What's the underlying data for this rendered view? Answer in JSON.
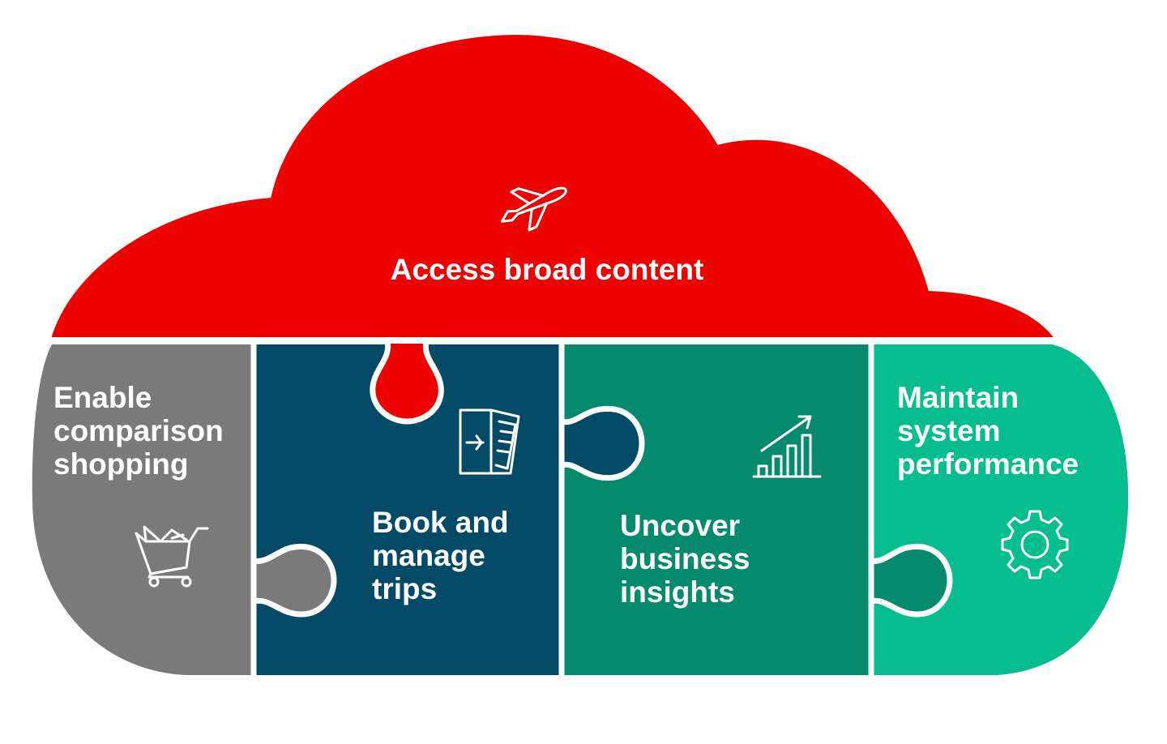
{
  "title": "Access broad content",
  "pieces": [
    {
      "id": "top",
      "lines": [
        "Access broad content"
      ],
      "icon": "airplane-icon",
      "color": "#EE0000"
    },
    {
      "id": "p1",
      "lines": [
        "Enable",
        "comparison",
        "shopping"
      ],
      "icon": "shopping-cart-icon",
      "color": "#7A7A7A"
    },
    {
      "id": "p2",
      "lines": [
        "Book and",
        "manage",
        "trips"
      ],
      "icon": "boarding-pass-icon",
      "color": "#034A66"
    },
    {
      "id": "p3",
      "lines": [
        "Uncover",
        "business",
        "insights"
      ],
      "icon": "bar-chart-growth-icon",
      "color": "#058A6E"
    },
    {
      "id": "p4",
      "lines": [
        "Maintain",
        "system",
        "performance"
      ],
      "icon": "gear-icon",
      "color": "#05BD8F"
    }
  ]
}
